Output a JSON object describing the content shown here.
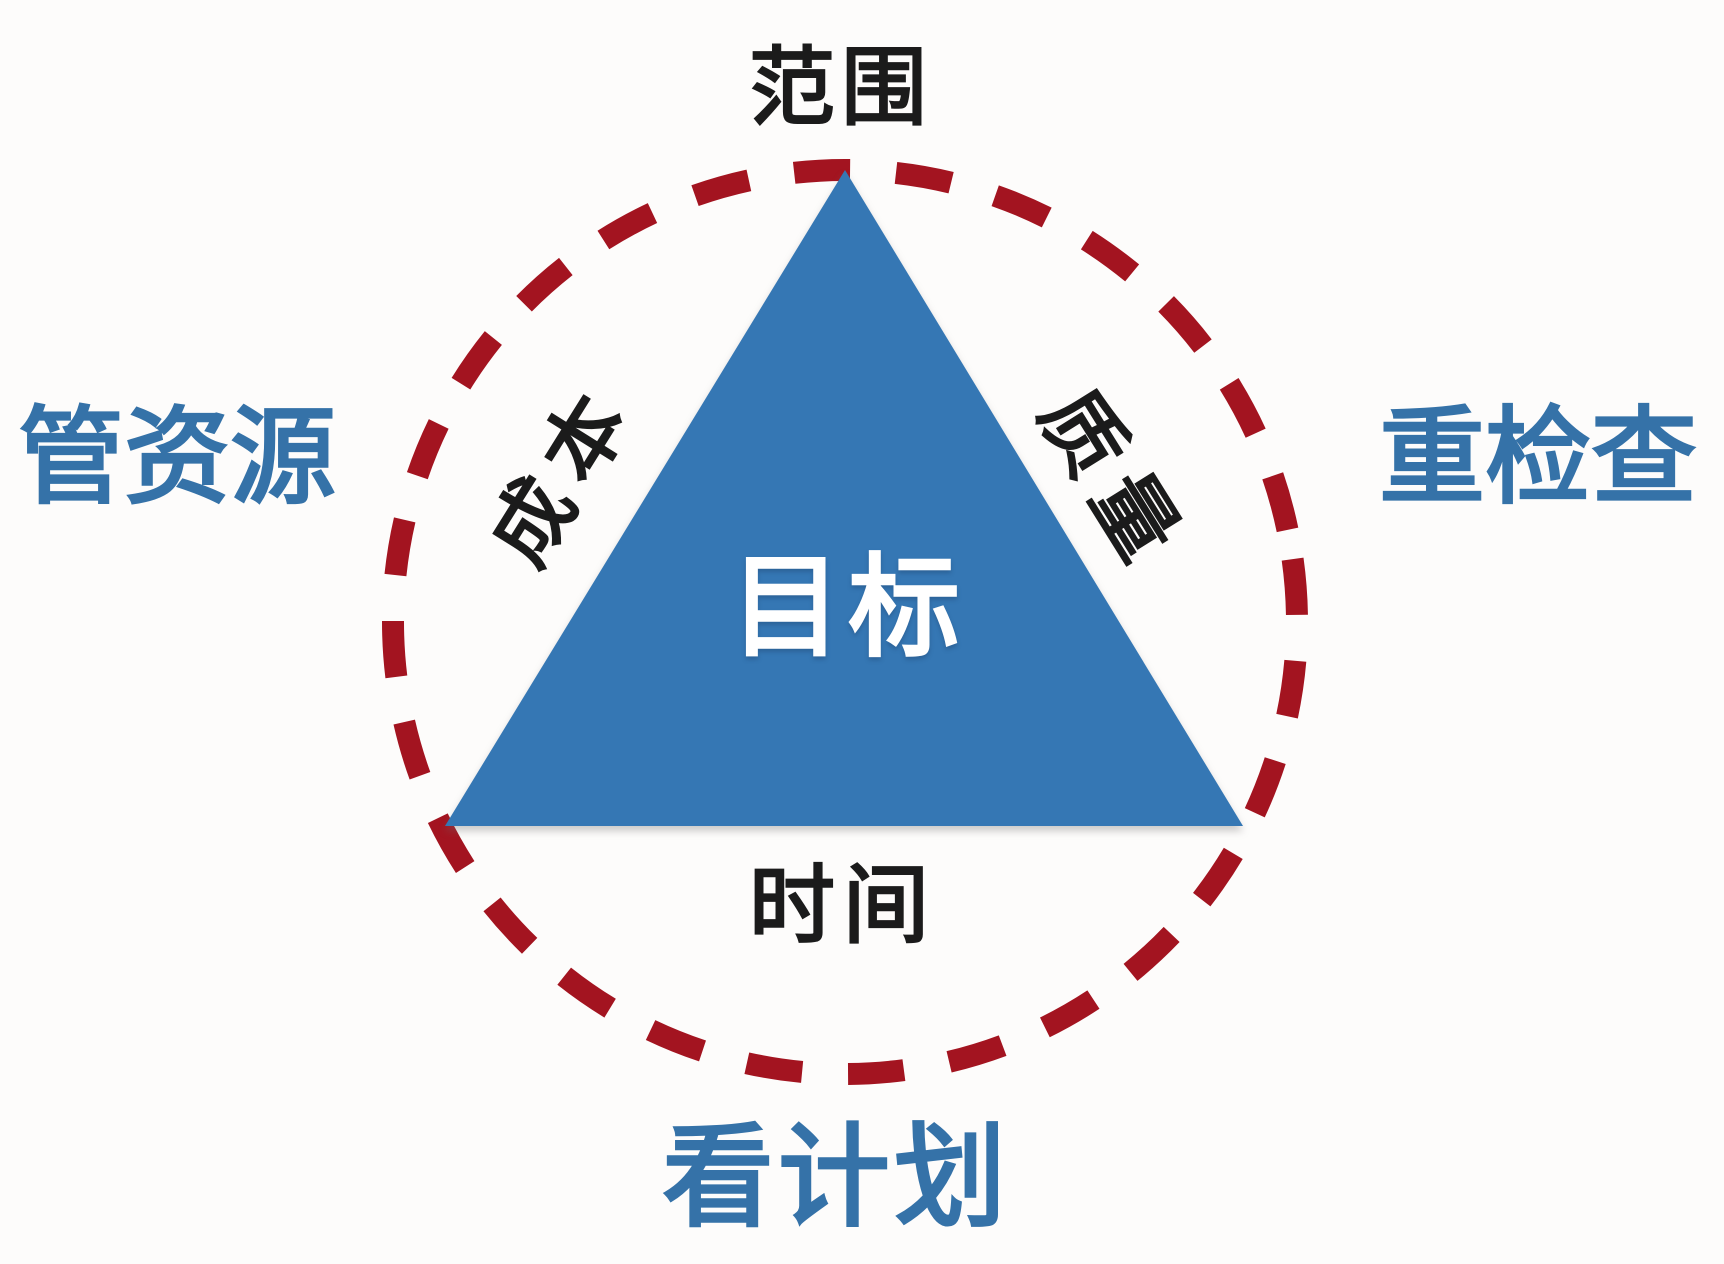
{
  "background_color": "#fdfcfb",
  "triangle": {
    "goal_label": "目标",
    "fill_color": "#3577b4",
    "goal_text_color": "#ffffff"
  },
  "vertex_labels": {
    "top": "范围",
    "left_edge": "成本",
    "right_edge": "质量",
    "bottom_edge": "时间",
    "color": "#1b1b1b"
  },
  "dashed_circle": {
    "stroke_color": "#a31420",
    "style": "dashed"
  },
  "outer_annotations": {
    "left": "管资源",
    "right": "重检查",
    "bottom": "看计划",
    "color": "#3572a8"
  }
}
